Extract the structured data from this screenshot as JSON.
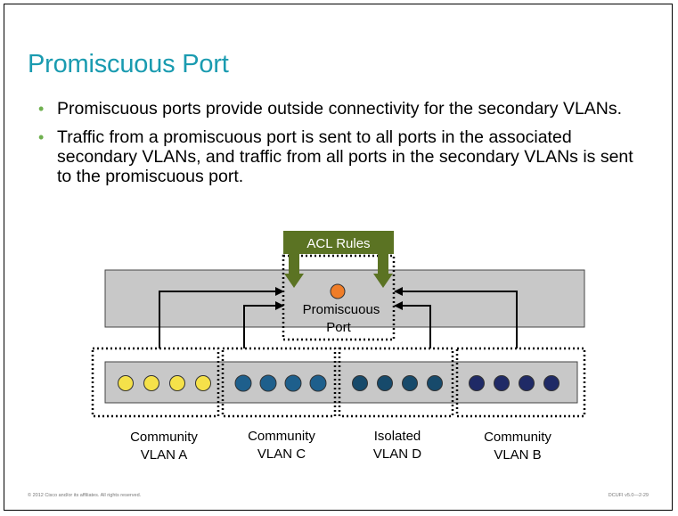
{
  "slide": {
    "title": "Promiscuous  Port",
    "bullets": [
      "Promiscuous ports provide outside connectivity for the secondary VLANs.",
      "Traffic from a promiscuous port is sent to all ports in the associated secondary VLANs, and traffic from all ports in the secondary VLANs is sent to the promiscuous port."
    ],
    "footer_left": "© 2012 Cisco and/or its affiliates. All rights reserved.",
    "footer_right": "DCUFI v5.0—2-29"
  },
  "diagram": {
    "acl_label": "ACL Rules",
    "promiscuous_label_line1": "Promiscuous",
    "promiscuous_label_line2": "Port",
    "groups": [
      {
        "line1": "Community",
        "line2": "VLAN A",
        "port_color": "#f5e14a"
      },
      {
        "line1": "Community",
        "line2": "VLAN C",
        "port_color": "#1e5f8c"
      },
      {
        "line1": "Isolated",
        "line2": "VLAN D",
        "port_color": "#174a6b"
      },
      {
        "line1": "Community",
        "line2": "VLAN B",
        "port_color": "#1f2a66"
      }
    ],
    "colors": {
      "acl_fill": "#5b7323",
      "switch_fill": "#c8c8c8",
      "promiscuous_port": "#f07d28",
      "title": "#1a9bb0"
    }
  }
}
